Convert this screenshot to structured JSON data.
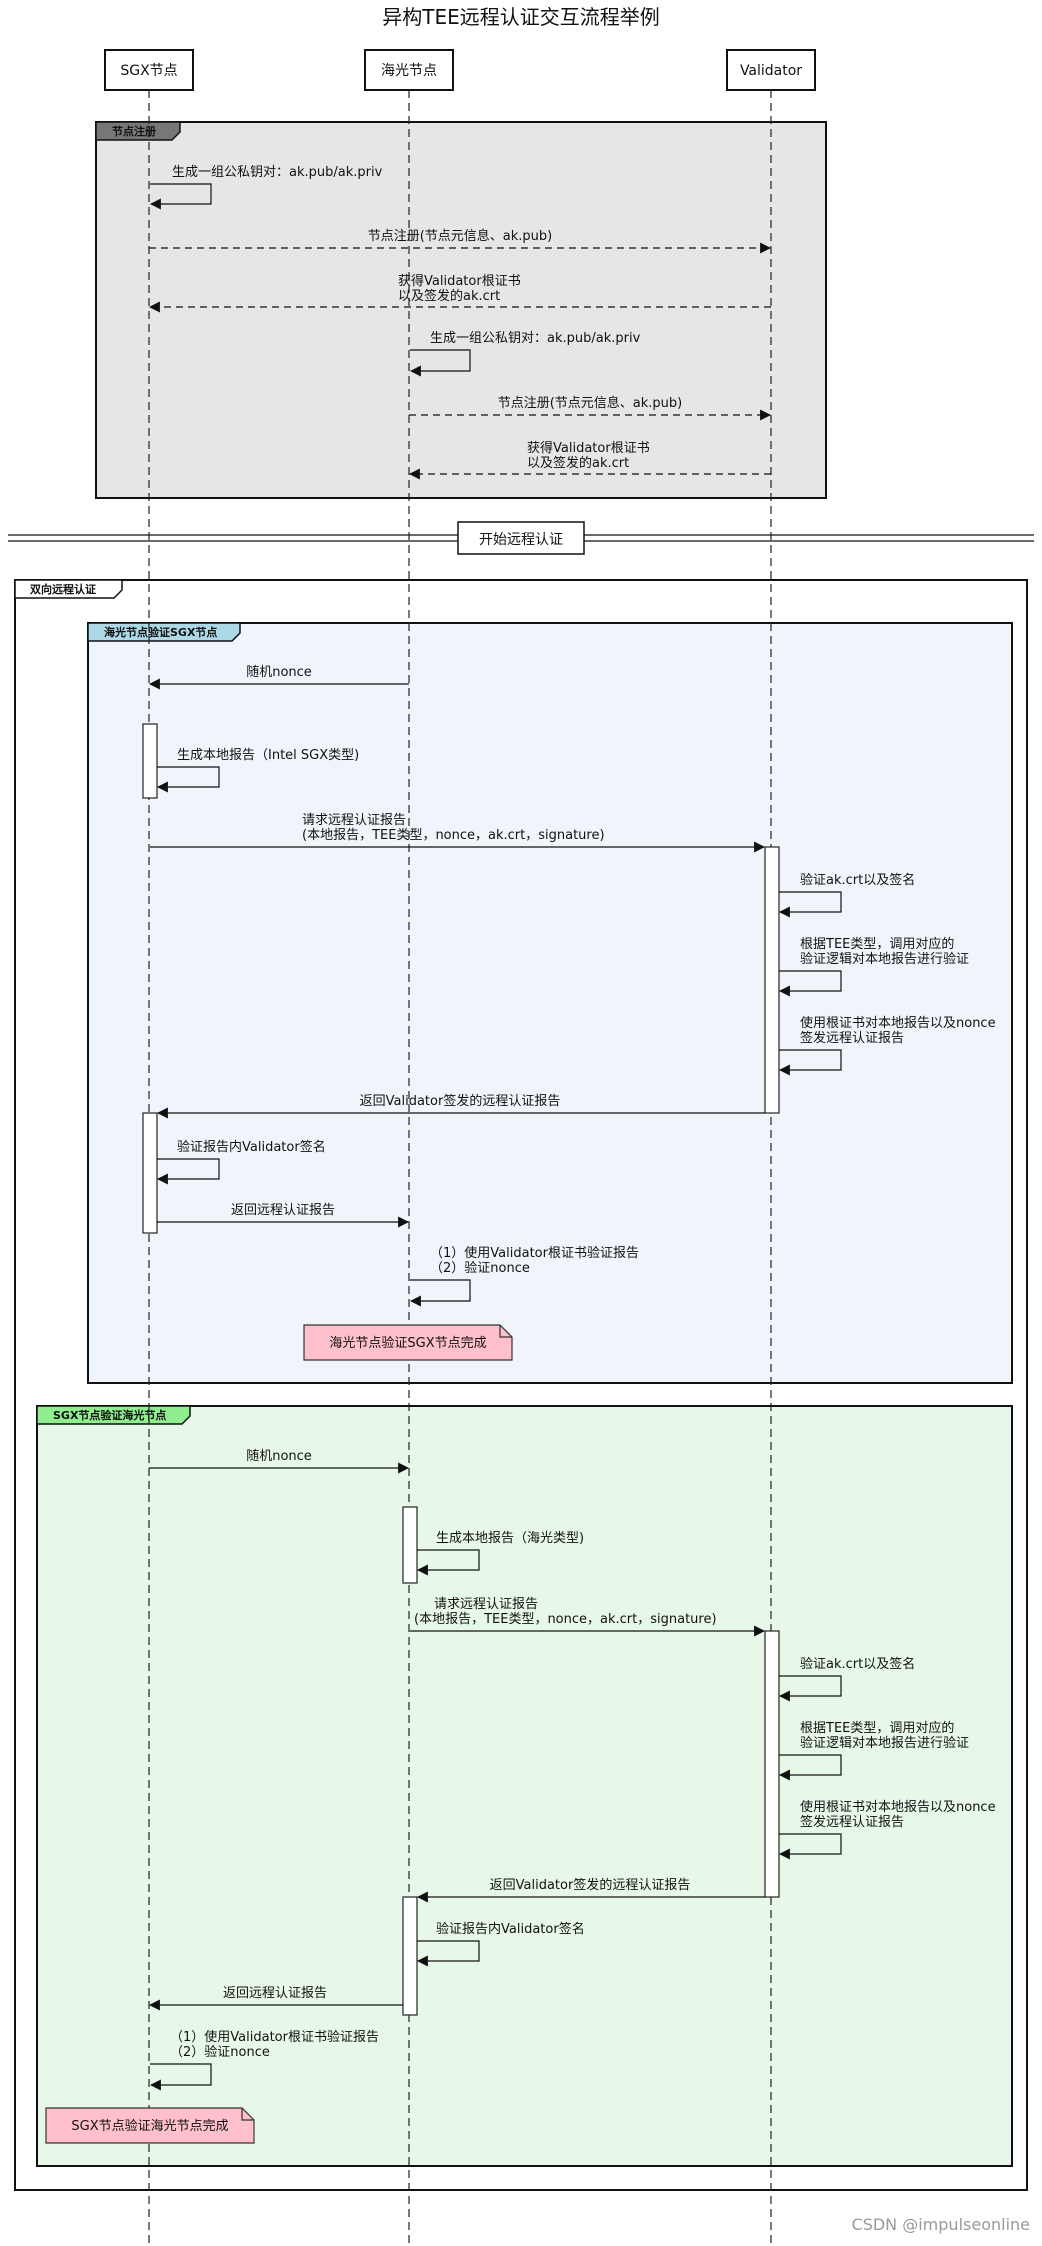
{
  "title": "异构TEE远程认证交互流程举例",
  "participants": [
    "SGX节点",
    "海光节点",
    "Validator"
  ],
  "groups": {
    "registration": "节点注册",
    "bidirectional": "双向远程认证",
    "hygon_verifies_sgx": "海光节点验证SGX节点",
    "sgx_verifies_hygon": "SGX节点验证海光节点"
  },
  "divider": "开始远程认证",
  "messages": {
    "m1": "生成一组公私钥对：ak.pub/ak.priv",
    "m2": "节点注册(节点元信息、ak.pub)",
    "m3a": "获得Validator根证书",
    "m3b": "以及签发的ak.crt",
    "m4": "生成一组公私钥对：ak.pub/ak.priv",
    "m5": "节点注册(节点元信息、ak.pub)",
    "m6a": "获得Validator根证书",
    "m6b": "以及签发的ak.crt",
    "a1": "随机nonce",
    "a2": "生成本地报告（Intel SGX类型)",
    "a3a": "请求远程认证报告",
    "a3b": "(本地报告，TEE类型，nonce，ak.crt，signature)",
    "a4": "验证ak.crt以及签名",
    "a5a": "根据TEE类型，调用对应的",
    "a5b": "验证逻辑对本地报告进行验证",
    "a6a": "使用根证书对本地报告以及nonce",
    "a6b": "签发远程认证报告",
    "a7": "返回Validator签发的远程认证报告",
    "a8": "验证报告内Validator签名",
    "a9": "返回远程认证报告",
    "a10a": "（1）使用Validator根证书验证报告",
    "a10b": "（2）验证nonce",
    "b1": "随机nonce",
    "b2": "生成本地报告（海光类型)",
    "b3a": "请求远程认证报告",
    "b3b": "(本地报告，TEE类型，nonce，ak.crt，signature)",
    "b4": "验证ak.crt以及签名",
    "b5a": "根据TEE类型，调用对应的",
    "b5b": "验证逻辑对本地报告进行验证",
    "b6a": "使用根证书对本地报告以及nonce",
    "b6b": "签发远程认证报告",
    "b7": "返回Validator签发的远程认证报告",
    "b8": "验证报告内Validator签名",
    "b9": "返回远程认证报告",
    "b10a": "（1）使用Validator根证书验证报告",
    "b10b": "（2）验证nonce"
  },
  "notes": {
    "note1": "海光节点验证SGX节点完成",
    "note2": "SGX节点验证海光节点完成"
  },
  "watermark": "CSDN @impulseonline",
  "colors": {
    "registration_bg": "#e6e6e6",
    "hygon_group_bg": "#eff5fb",
    "hygon_tab": "#add8e6",
    "sgx_group_bg": "#e8f8e8",
    "sgx_tab": "#90ee90",
    "note_bg": "#ffc0cb",
    "reg_tab": "#777777"
  }
}
